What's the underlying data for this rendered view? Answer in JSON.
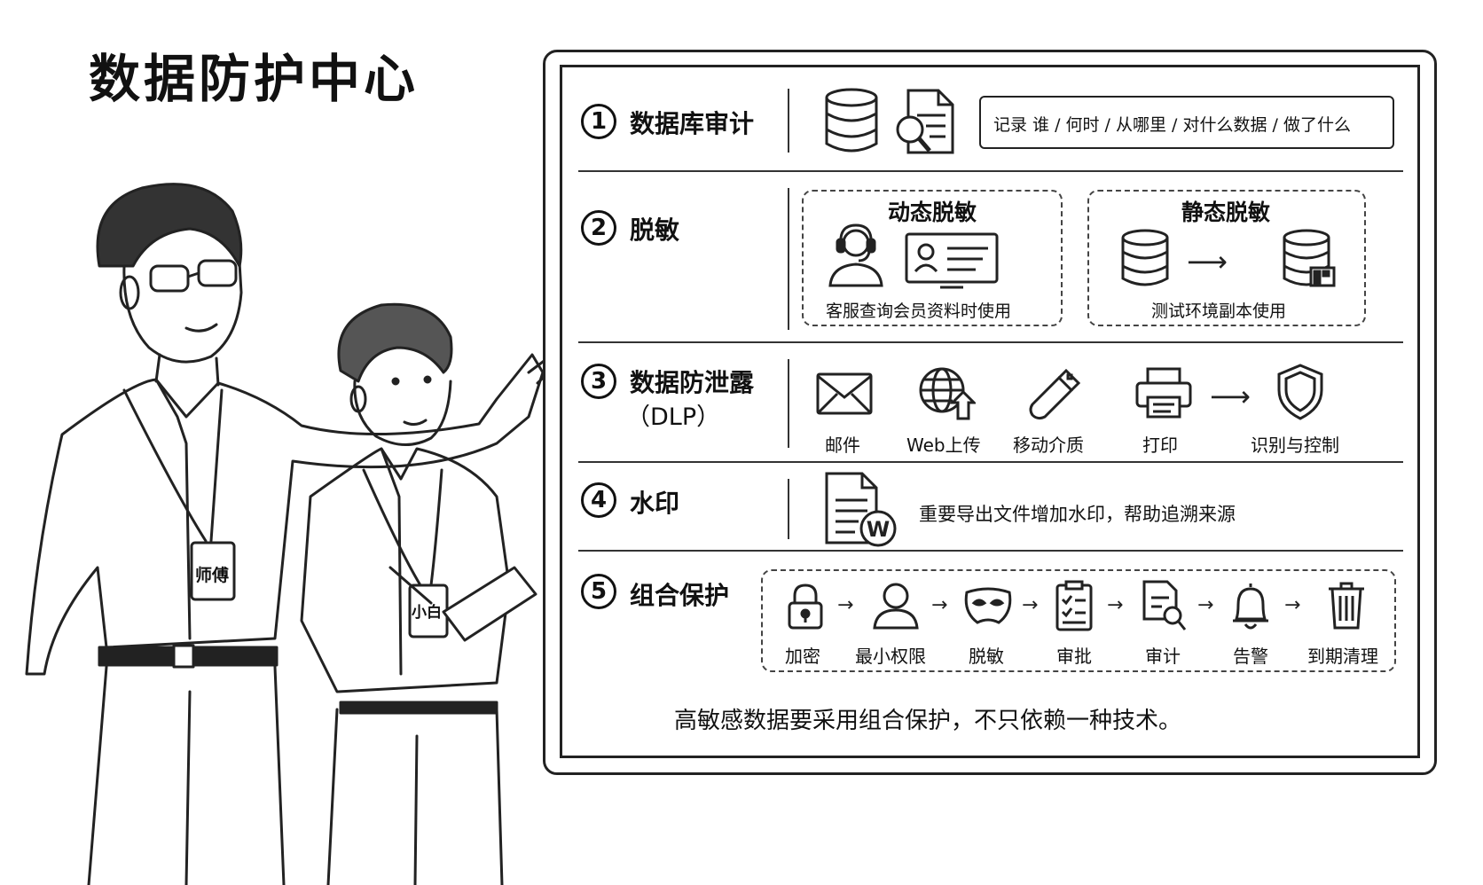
{
  "title": "数据防护中心",
  "badges": {
    "mentor": "师傅",
    "student": "小白"
  },
  "sections": [
    {
      "num": "1",
      "label": "数据库审计",
      "info": "记录  谁 / 何时 / 从哪里 / 对什么数据 / 做了什么"
    },
    {
      "num": "2",
      "label": "脱敏",
      "dynamic": {
        "title": "动态脱敏",
        "caption": "客服查询会员资料时使用"
      },
      "static": {
        "title": "静态脱敏",
        "caption": "测试环境副本使用"
      }
    },
    {
      "num": "3",
      "label": "数据防泄露",
      "sublabel": "（DLP）",
      "items": [
        "邮件",
        "Web上传",
        "移动介质",
        "打印",
        "识别与控制"
      ]
    },
    {
      "num": "4",
      "label": "水印",
      "desc": "重要导出文件增加水印，帮助追溯来源",
      "watermark_letter": "W"
    },
    {
      "num": "5",
      "label": "组合保护",
      "items": [
        "加密",
        "最小权限",
        "脱敏",
        "审批",
        "审计",
        "告警",
        "到期清理"
      ]
    }
  ],
  "footer": "高敏感数据要采用组合保护，不只依赖一种技术。",
  "icons": [
    "database-icon",
    "document-search-icon",
    "headset-agent-icon",
    "profile-card-icon",
    "mail-icon",
    "globe-upload-icon",
    "usb-drive-icon",
    "printer-icon",
    "shield-icon",
    "document-watermark-icon",
    "lock-icon",
    "user-icon",
    "mask-icon",
    "clipboard-check-icon",
    "document-audit-icon",
    "bell-icon",
    "trash-icon"
  ]
}
